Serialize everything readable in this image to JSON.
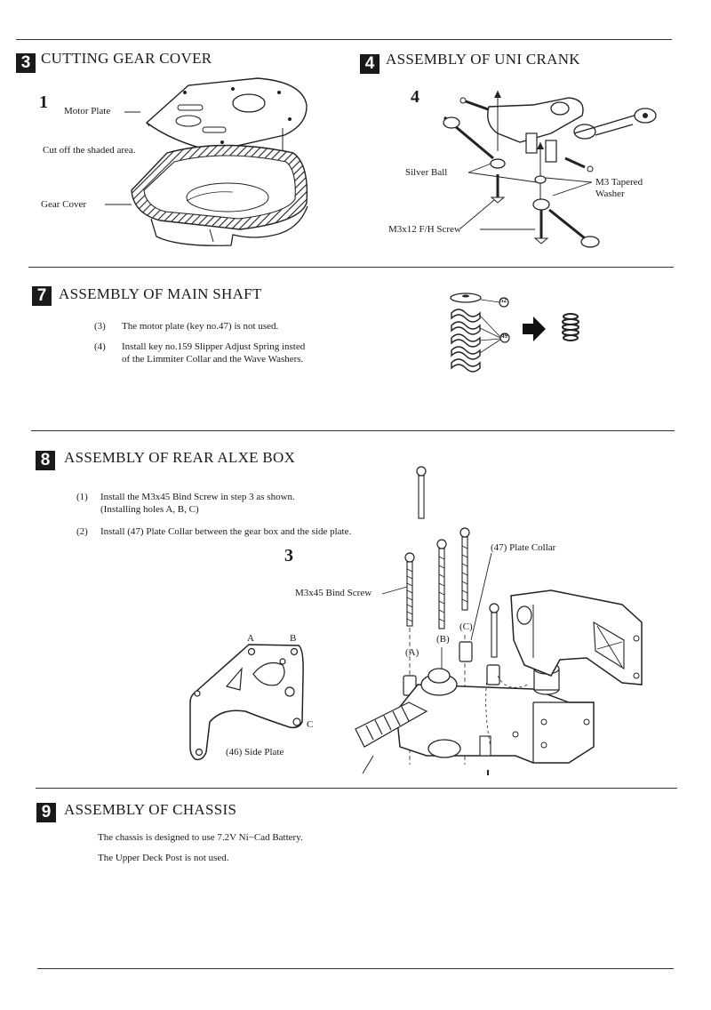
{
  "sections": {
    "s3": {
      "badge": "3",
      "title": "CUTTING GEAR COVER",
      "step": "1",
      "labels": {
        "motor_plate": "Motor Plate",
        "cut_off": "Cut off the shaded area.",
        "gear_cover": "Gear Cover"
      }
    },
    "s4": {
      "badge": "4",
      "title": "ASSEMBLY OF UNI CRANK",
      "step": "4",
      "labels": {
        "silver_ball": "Silver Ball",
        "tapered_washer_1": "M3 Tapered",
        "tapered_washer_2": "Washer",
        "fh_screw": "M3x12 F/H Screw"
      }
    },
    "s7": {
      "badge": "7",
      "title": "ASSEMBLY OF MAIN SHAFT",
      "items": [
        {
          "num": "(3)",
          "lines": [
            "The motor plate (key no.47)  is not used."
          ]
        },
        {
          "num": "(4)",
          "lines": [
            "Install key no.159 Slipper Adjust Spring insted",
            "of the Limmiter Collar and the Wave Washers."
          ]
        }
      ],
      "callouts": {
        "upper": "52",
        "lower": "49"
      }
    },
    "s8": {
      "badge": "8",
      "title": "ASSEMBLY OF REAR ALXE BOX",
      "items": [
        {
          "num": "(1)",
          "lines": [
            "Install the M3x45 Bind Screw in step 3 as shown.",
            "(Installing holes A, B, C)"
          ]
        },
        {
          "num": "(2)",
          "lines": [
            "Install  (47) Plate Collar between the gear box and the side plate."
          ]
        }
      ],
      "step": "3",
      "labels": {
        "bind_screw": "M3x45 Bind Screw",
        "plate_collar": "(47) Plate Collar",
        "side_plate": "(46) Side Plate",
        "hole_a": "A",
        "hole_b": "B",
        "hole_c": "C",
        "pos_a": "(A)",
        "pos_b": "(B)",
        "pos_c": "(C)"
      }
    },
    "s9": {
      "badge": "9",
      "title": "ASSEMBLY OF CHASSIS",
      "notes": [
        "The chassis is designed to use 7.2V Ni−Cad Battery.",
        "The Upper Deck Post is not used."
      ]
    }
  }
}
